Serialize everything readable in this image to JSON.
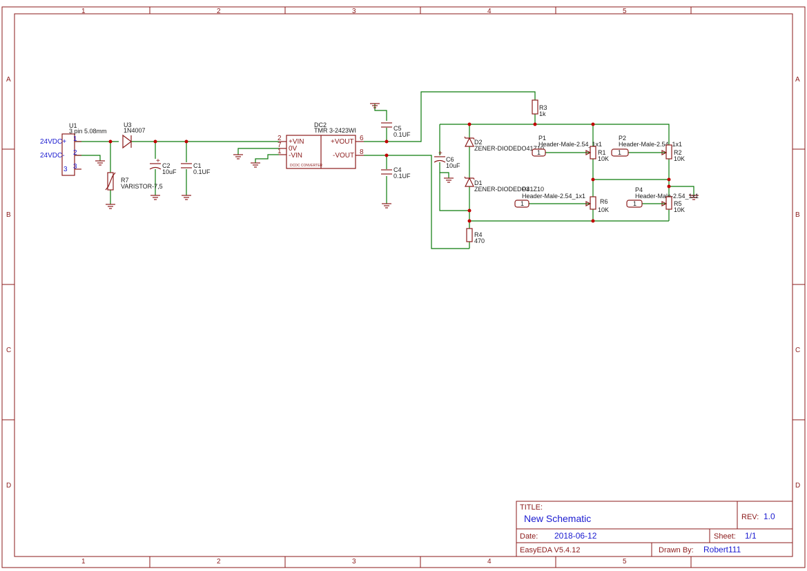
{
  "frame": {
    "col_labels": [
      "1",
      "2",
      "3",
      "4",
      "5"
    ],
    "row_labels": [
      "A",
      "B",
      "C",
      "D"
    ]
  },
  "components": {
    "U1": {
      "ref": "U1",
      "value": "3 pin 5.08mm",
      "net1": "24VDC+",
      "net2": "24VDC-",
      "pins": [
        "1",
        "2",
        "3"
      ]
    },
    "U3": {
      "ref": "U3",
      "value": "1N4007"
    },
    "R7": {
      "ref": "R7",
      "value": "VARISTOR-7,5"
    },
    "C2": {
      "ref": "C2",
      "value": "10uF",
      "plus": "+"
    },
    "C1": {
      "ref": "C1",
      "value": "0.1UF"
    },
    "DC2": {
      "ref": "DC2",
      "value": "TMR 3-2423WI",
      "pin_vin": "+VIN",
      "pin_0v": "0V",
      "pin_mvin": "-VIN",
      "pin_vout": "+VOUT",
      "pin_mvout": "-VOUT",
      "inner": "DCDC CONVERTER",
      "pins": [
        "2",
        "7",
        "1",
        "6",
        "8"
      ]
    },
    "C5": {
      "ref": "C5",
      "value": "0.1UF"
    },
    "C4": {
      "ref": "C4",
      "value": "0.1UF"
    },
    "C6": {
      "ref": "C6",
      "value": "10uF",
      "plus": "+"
    },
    "R3": {
      "ref": "R3",
      "value": "1k"
    },
    "D2": {
      "ref": "D2",
      "value": "ZENER-DIODEDO41Z10"
    },
    "D1": {
      "ref": "D1",
      "value": "ZENER-DIODEDO41Z10"
    },
    "R4": {
      "ref": "R4",
      "value": "470"
    },
    "P1": {
      "ref": "P1",
      "value": "Header-Male-2.54_1x1",
      "pin": "1"
    },
    "P2": {
      "ref": "P2",
      "value": "Header-Male-2.54_1x1",
      "pin": "1"
    },
    "P3": {
      "ref": "P3",
      "value": "Header-Male-2.54_1x1",
      "pin": "1"
    },
    "P4": {
      "ref": "P4",
      "value": "Header-Male-2.54_1x1",
      "pin": "1"
    },
    "R1": {
      "ref": "R1",
      "value": "10K"
    },
    "R2": {
      "ref": "R2",
      "value": "10K"
    },
    "R6": {
      "ref": "R6",
      "value": "10K"
    },
    "R5": {
      "ref": "R5",
      "value": "10K"
    }
  },
  "title_block": {
    "title_label": "TITLE:",
    "title": "New Schematic",
    "rev_label": "REV:",
    "rev": "1.0",
    "date_label": "Date:",
    "date": "2018-06-12",
    "sheet_label": "Sheet:",
    "sheet": "1/1",
    "software": "EasyEDA V5.4.12",
    "drawn_label": "Drawn By:",
    "drawn_by": "Robert111"
  },
  "colors": {
    "frame": "#8b1a1a",
    "wire": "#0a7a0a",
    "junction": "#c00000",
    "text_blue": "#1a1ad0"
  }
}
